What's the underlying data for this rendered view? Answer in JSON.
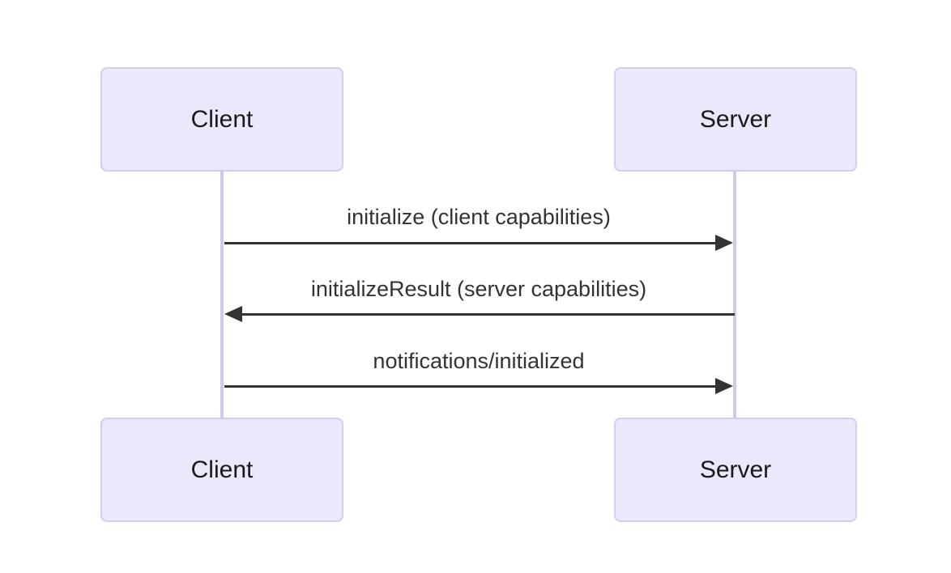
{
  "diagram": {
    "type": "sequence-diagram",
    "actors": [
      {
        "id": "client",
        "label": "Client"
      },
      {
        "id": "server",
        "label": "Server"
      }
    ],
    "messages": [
      {
        "from": "Client",
        "to": "Server",
        "label": "initialize (client capabilities)",
        "arrow": "solid",
        "direction": "right"
      },
      {
        "from": "Server",
        "to": "Client",
        "label": "initializeResult (server capabilities)",
        "arrow": "solid",
        "direction": "left"
      },
      {
        "from": "Client",
        "to": "Server",
        "label": "notifications/initialized",
        "arrow": "solid",
        "direction": "right"
      }
    ],
    "colors": {
      "background": "#FFFFFF",
      "actor_fill": "#E9E9FB",
      "actor_border": "#D5CCF0",
      "lifeline": "#D4C7EE",
      "message_line": "#333333",
      "message_text": "#333333",
      "actor_text": "#1A1A1A"
    }
  }
}
